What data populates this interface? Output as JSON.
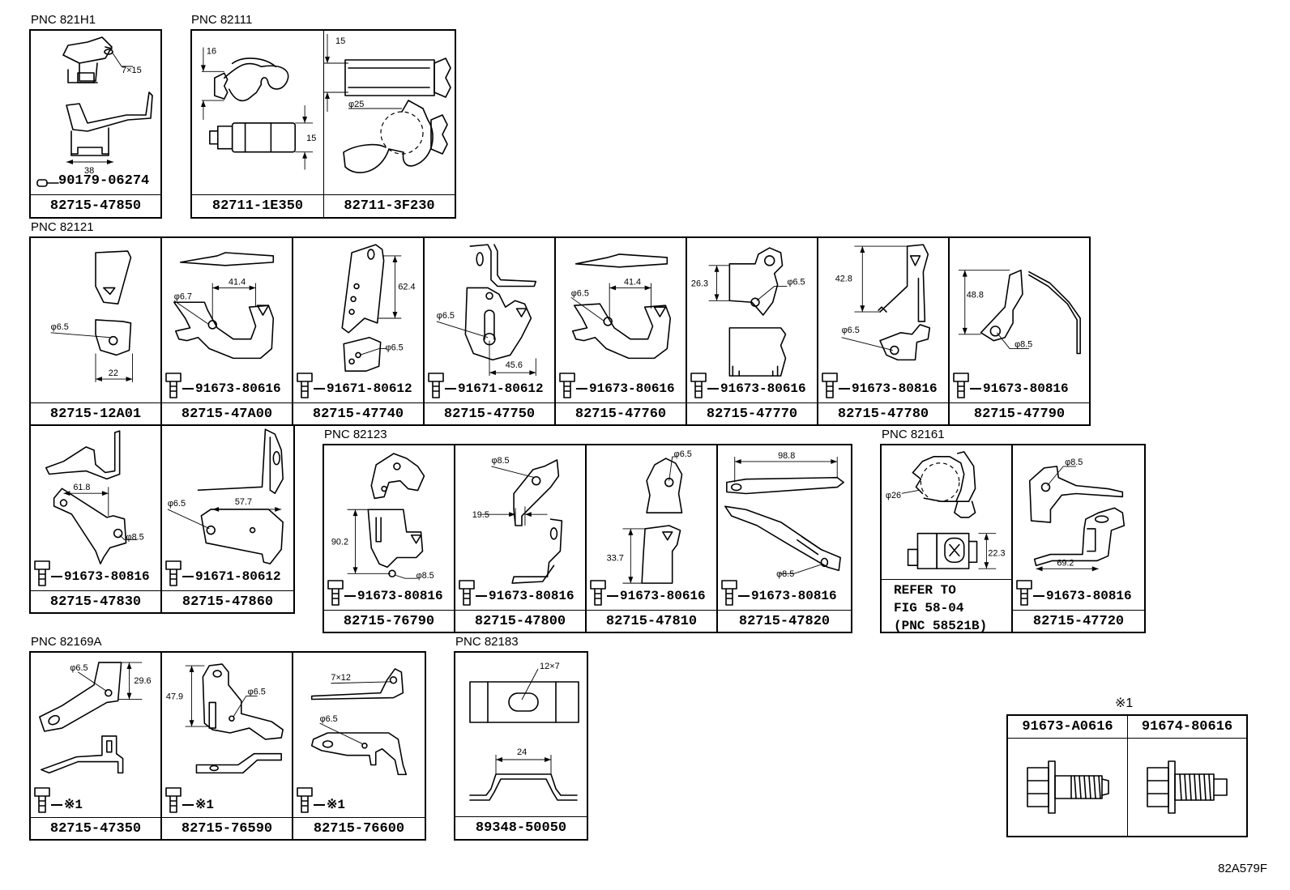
{
  "groups": [
    {
      "label": "PNC 821H1",
      "cells": [
        {
          "part": "82715-47850",
          "dims": [
            "7×15",
            "38"
          ],
          "note": "90179-06274"
        }
      ]
    },
    {
      "label": "PNC 82111",
      "cells": [
        {
          "part": "82711-1E350",
          "dims": [
            "16",
            "15"
          ]
        },
        {
          "part": "82711-3F230",
          "dims": [
            "15",
            "φ25"
          ]
        }
      ]
    },
    {
      "label": "PNC 82121",
      "cells": [
        {
          "part": "82715-12A01",
          "dims": [
            "φ6.5",
            "22"
          ]
        },
        {
          "part": "82715-47A00",
          "dims": [
            "φ6.7",
            "41.4"
          ],
          "bolt": "91673-80616"
        },
        {
          "part": "82715-47740",
          "dims": [
            "62.4",
            "φ6.5"
          ],
          "bolt": "91671-80612"
        },
        {
          "part": "82715-47750",
          "dims": [
            "φ6.5",
            "45.6"
          ],
          "bolt": "91671-80612"
        },
        {
          "part": "82715-47760",
          "dims": [
            "φ6.5",
            "41.4"
          ],
          "bolt": "91673-80616"
        },
        {
          "part": "82715-47770",
          "dims": [
            "26.3",
            "φ6.5"
          ],
          "bolt": "91673-80616"
        },
        {
          "part": "82715-47780",
          "dims": [
            "42.8",
            "φ6.5"
          ],
          "bolt": "91673-80816"
        },
        {
          "part": "82715-47790",
          "dims": [
            "48.8",
            "φ8.5"
          ],
          "bolt": "91673-80816"
        },
        {
          "part": "82715-47830",
          "dims": [
            "61.8",
            "φ8.5"
          ],
          "bolt": "91673-80816"
        },
        {
          "part": "82715-47860",
          "dims": [
            "φ6.5",
            "57.7"
          ],
          "bolt": "91671-80612"
        }
      ]
    },
    {
      "label": "PNC 82123",
      "cells": [
        {
          "part": "82715-76790",
          "dims": [
            "90.2",
            "φ8.5"
          ],
          "bolt": "91673-80816"
        },
        {
          "part": "82715-47800",
          "dims": [
            "φ8.5",
            "19.5"
          ],
          "bolt": "91673-80816"
        },
        {
          "part": "82715-47810",
          "dims": [
            "φ6.5",
            "33.7"
          ],
          "bolt": "91673-80616"
        },
        {
          "part": "82715-47820",
          "dims": [
            "98.8",
            "φ8.5"
          ],
          "bolt": "91673-80816"
        }
      ]
    },
    {
      "label": "PNC 82161",
      "cells": [
        {
          "ref": "REFER TO\nFIG 58-04\n(PNC 58521B)",
          "dims": [
            "φ26",
            "22.3"
          ]
        },
        {
          "part": "82715-47720",
          "dims": [
            "φ8.5",
            "69.2"
          ],
          "bolt": "91673-80816"
        }
      ]
    },
    {
      "label": "PNC 82169A",
      "cells": [
        {
          "part": "82715-47350",
          "dims": [
            "φ6.5",
            "29.6"
          ],
          "bolt": "※1"
        },
        {
          "part": "82715-76590",
          "dims": [
            "47.9",
            "φ6.5"
          ],
          "bolt": "※1"
        },
        {
          "part": "82715-76600",
          "dims": [
            "7×12",
            "φ6.5"
          ],
          "bolt": "※1"
        }
      ]
    },
    {
      "label": "PNC 82183",
      "cells": [
        {
          "part": "89348-50050",
          "dims": [
            "12×7",
            "24"
          ]
        }
      ]
    }
  ],
  "callout": {
    "mark": "※1",
    "parts": [
      "91673-A0616",
      "91674-80616"
    ]
  },
  "figure_code": "82A579F"
}
